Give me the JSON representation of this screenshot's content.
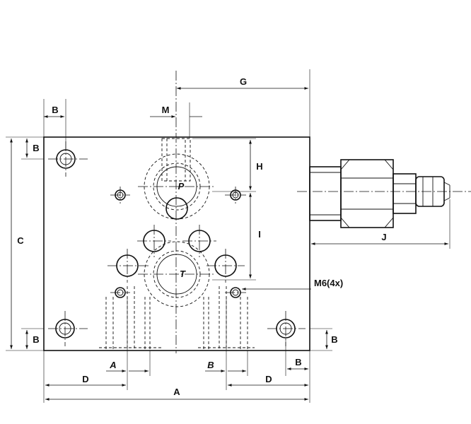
{
  "diagram": {
    "dimension_labels": {
      "a": "A",
      "b": "B",
      "c": "C",
      "d": "D",
      "g": "G",
      "h": "H",
      "i": "I",
      "j": "J",
      "m": "M"
    },
    "port_labels": {
      "p": "P",
      "t": "T"
    },
    "callout": "M6(4x)"
  }
}
